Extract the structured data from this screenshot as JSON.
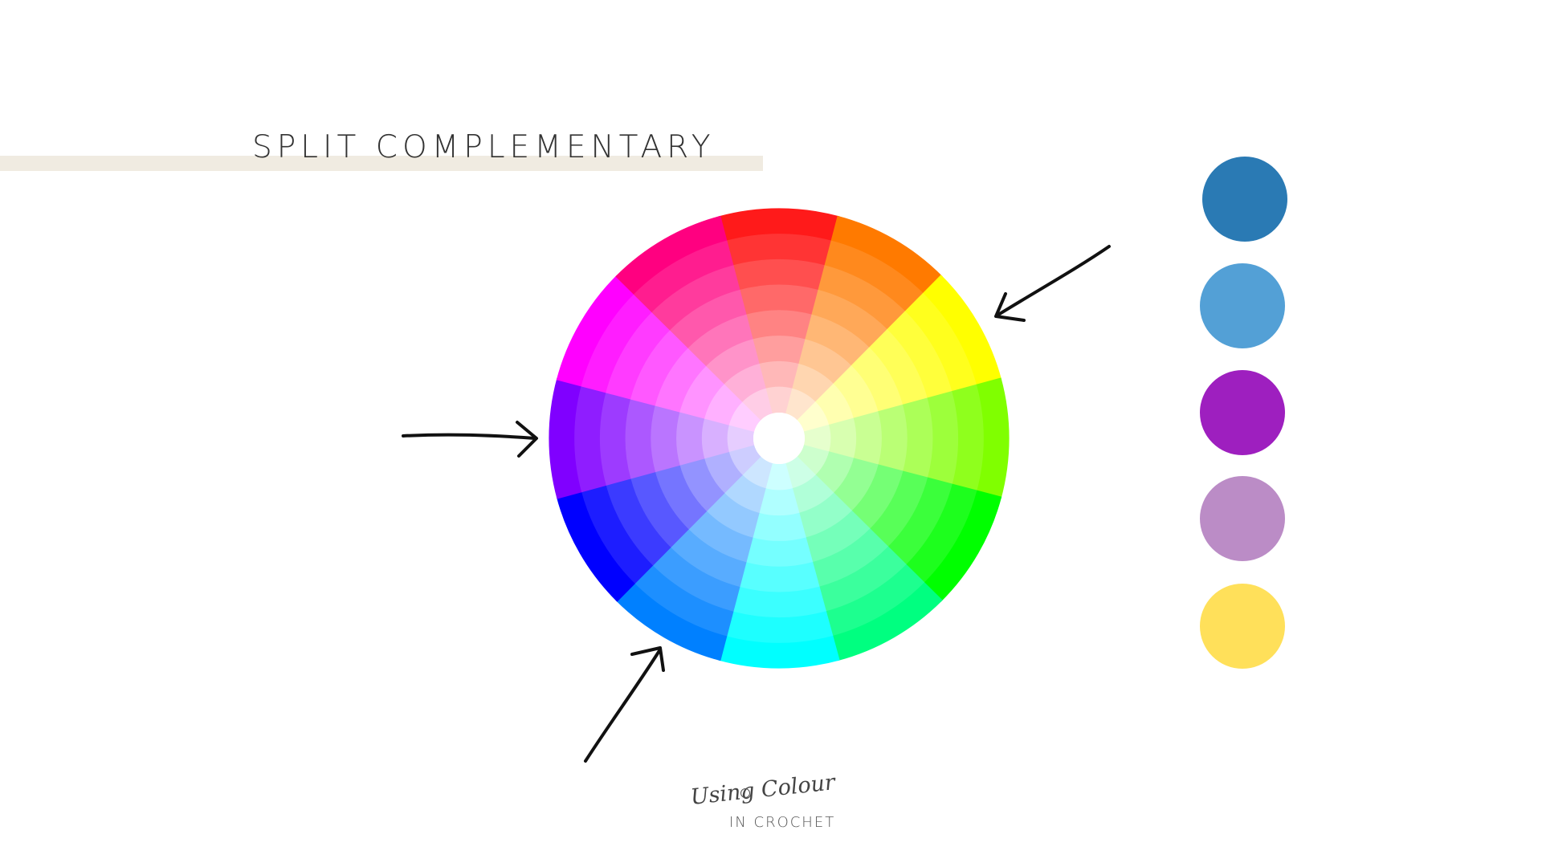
{
  "title": "SPLIT COMPLEMENTARY",
  "logo": {
    "script": "Using Colour",
    "text": "IN CROCHET"
  },
  "wheel": {
    "segments": [
      "#ff1a1a",
      "#ff7a00",
      "#ffff00",
      "#80ff00",
      "#00ff00",
      "#00ff80",
      "#00ffff",
      "#0080ff",
      "#0000ff",
      "#8000ff",
      "#ff00ff",
      "#ff0080"
    ],
    "rings": 8
  },
  "arrows": [
    {
      "name": "arrow-to-yellow",
      "target": "#ffff00"
    },
    {
      "name": "arrow-to-violet",
      "target": "#8000ff"
    },
    {
      "name": "arrow-to-blue",
      "target": "#0080ff"
    }
  ],
  "palette": [
    "#2a7ab4",
    "#53a0d6",
    "#9e1fbf",
    "#bb8cc6",
    "#ffe05a"
  ],
  "colors": {
    "accent_bar": "#f0ebe1",
    "title_text": "#333333",
    "arrow": "#111111"
  }
}
